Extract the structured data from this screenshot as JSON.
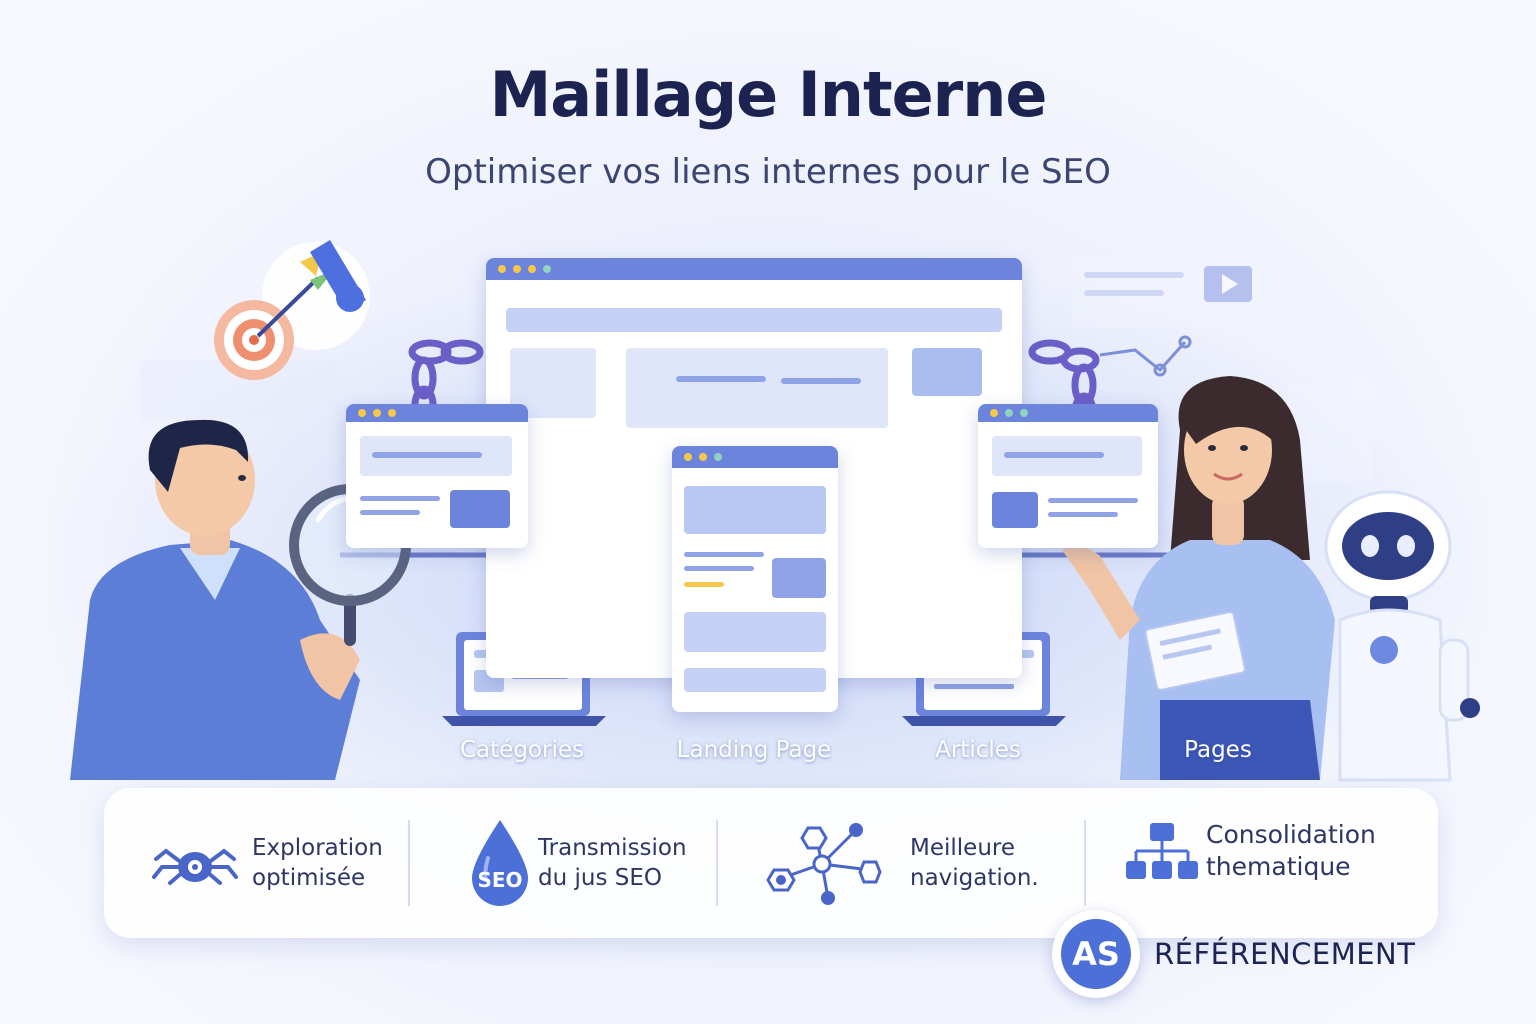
{
  "header": {
    "title": "Maillage Interne",
    "subtitle": "Optimiser vos liens internes pour le SEO"
  },
  "diagram": {
    "labels": [
      "Catégories",
      "Landing Page",
      "Articles",
      "Pages"
    ]
  },
  "features": [
    {
      "line1": "Exploration",
      "line2": "optimisée",
      "icon": "spider-icon"
    },
    {
      "line1": "Transmission",
      "line2": "du jus SEO",
      "icon": "seo-drop-icon",
      "badge": "SEO"
    },
    {
      "line1": "Meilleure",
      "line2": "navigation.",
      "icon": "network-icon"
    },
    {
      "line1": "Consolidation",
      "line2": "thematique",
      "icon": "hierarchy-icon"
    }
  ],
  "brand": {
    "initials": "AS",
    "name": "RÉFÉRENCEMENT"
  },
  "colors": {
    "accent": "#4c6fd8",
    "title": "#1c2350",
    "chain": "#6b5fc7"
  }
}
